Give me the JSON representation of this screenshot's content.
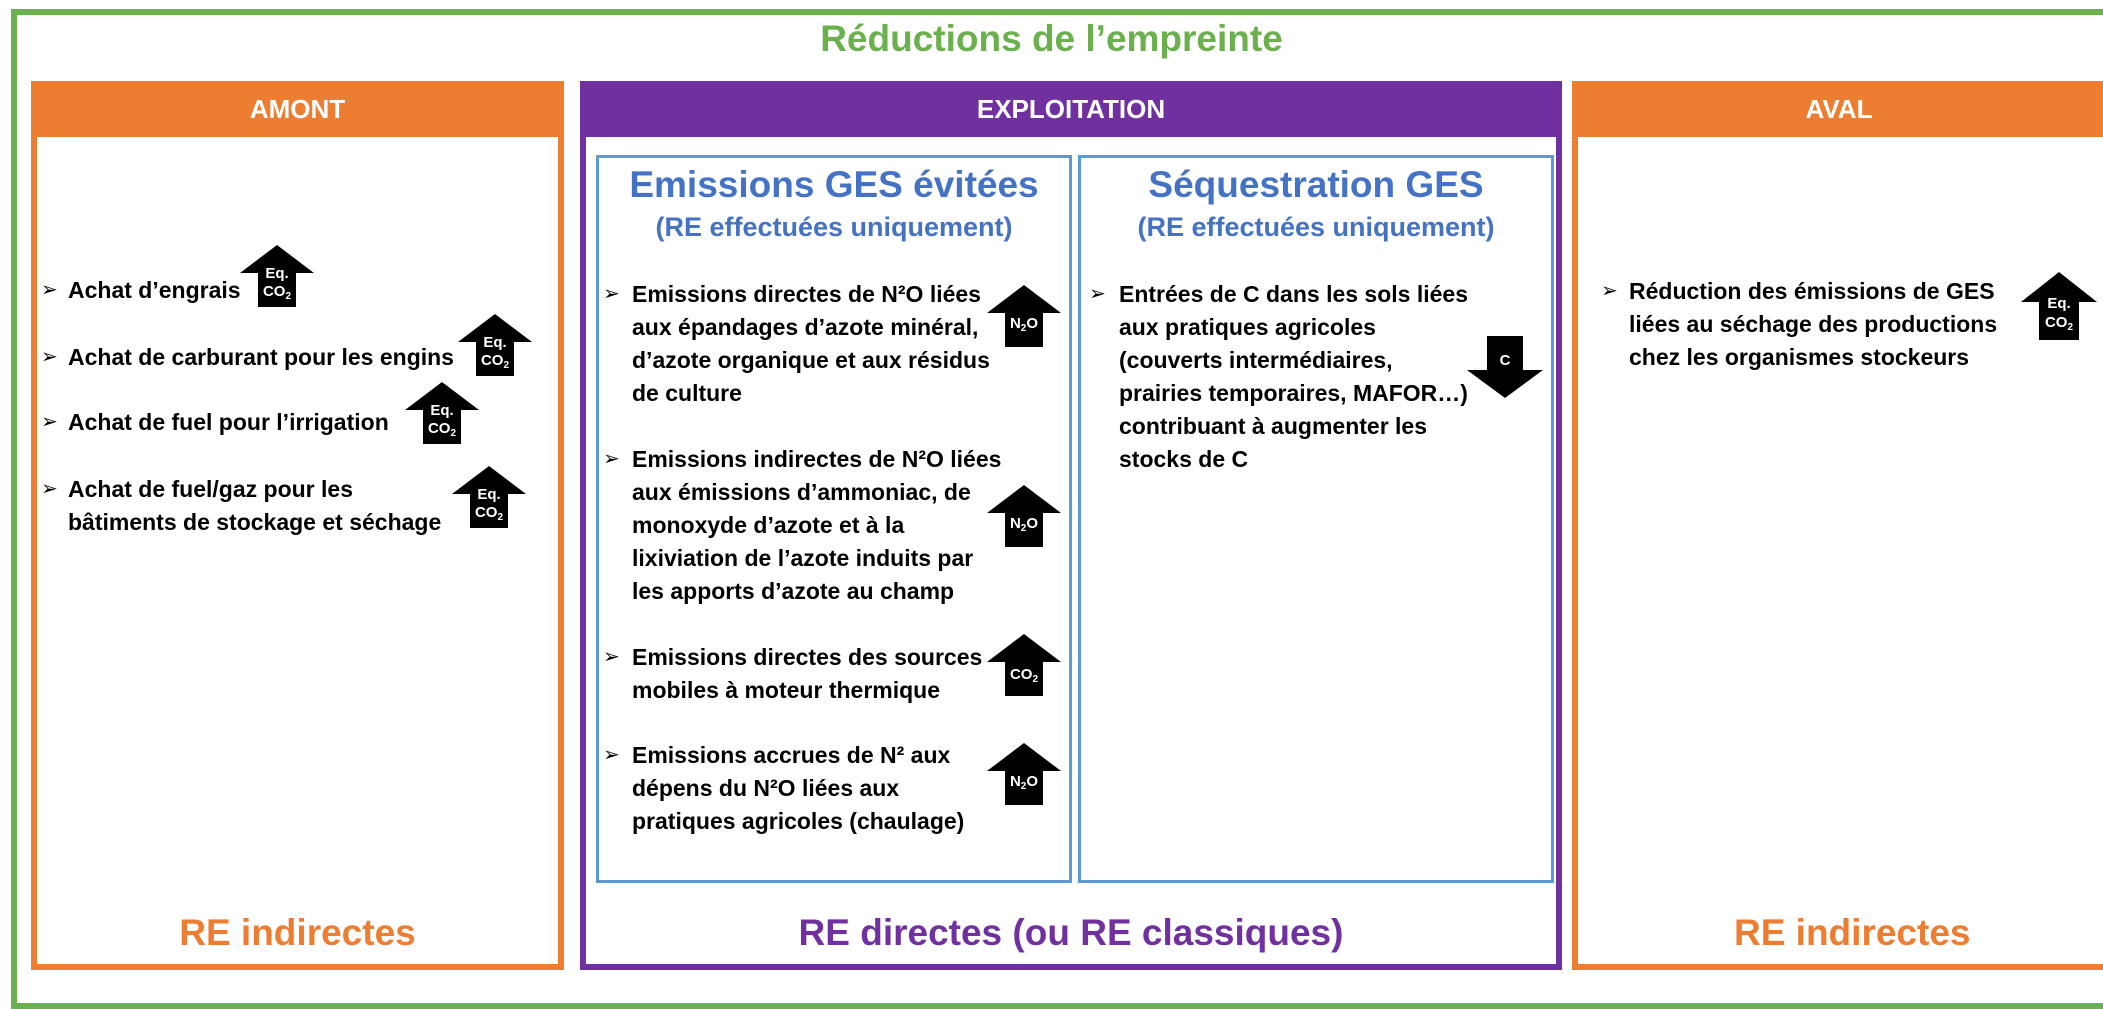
{
  "title": "Réductions de l’empreinte",
  "columns": {
    "amont": {
      "header": "AMONT",
      "footer": "RE indirectes",
      "items": [
        "Achat d’engrais",
        "Achat de carburant pour les engins",
        "Achat de fuel pour l’irrigation",
        "Achat de fuel/gaz pour les",
        "bâtiments de stockage et séchage"
      ]
    },
    "exploitation": {
      "header": "EXPLOITATION",
      "footer": "RE directes (ou RE classiques)",
      "emissions": {
        "title": "Emissions GES évitées",
        "subtitle": "(RE effectuées uniquement)",
        "items": [
          [
            "Emissions directes de N²O liées",
            "aux épandages d’azote minéral,",
            "d’azote organique et aux résidus",
            "de culture"
          ],
          [
            "Emissions indirectes de N²O liées",
            "aux émissions d’ammoniac, de",
            "monoxyde d’azote et à la",
            "lixiviation de l’azote induits par",
            "les apports d’azote au champ"
          ],
          [
            "Emissions directes des sources",
            "mobiles à moteur thermique"
          ],
          [
            "Emissions accrues de N² aux",
            "dépens du N²O liées aux",
            "pratiques agricoles (chaulage)"
          ]
        ]
      },
      "sequestration": {
        "title": "Séquestration GES",
        "subtitle": "(RE effectuées uniquement)",
        "items": [
          [
            "Entrées de C dans les sols liées",
            "aux pratiques agricoles",
            "(couverts intermédiaires,",
            "prairies temporaires, MAFOR…)",
            "contribuant à augmenter les",
            "stocks de C"
          ]
        ]
      }
    },
    "aval": {
      "header": "AVAL",
      "footer": "RE indirectes",
      "items": [
        [
          "Réduction des émissions de GES",
          "liées au séchage des productions",
          "chez les organismes stockeurs"
        ]
      ]
    }
  },
  "arrow_labels": {
    "eq": "Eq.",
    "co": "CO",
    "two": "2",
    "n": "N",
    "o": "O",
    "c": "C"
  },
  "colors": {
    "green": "#6ab04c",
    "orange": "#ed7d31",
    "purple": "#7030a0",
    "blue": "#4472c4",
    "box_border": "#5b9bd5"
  }
}
